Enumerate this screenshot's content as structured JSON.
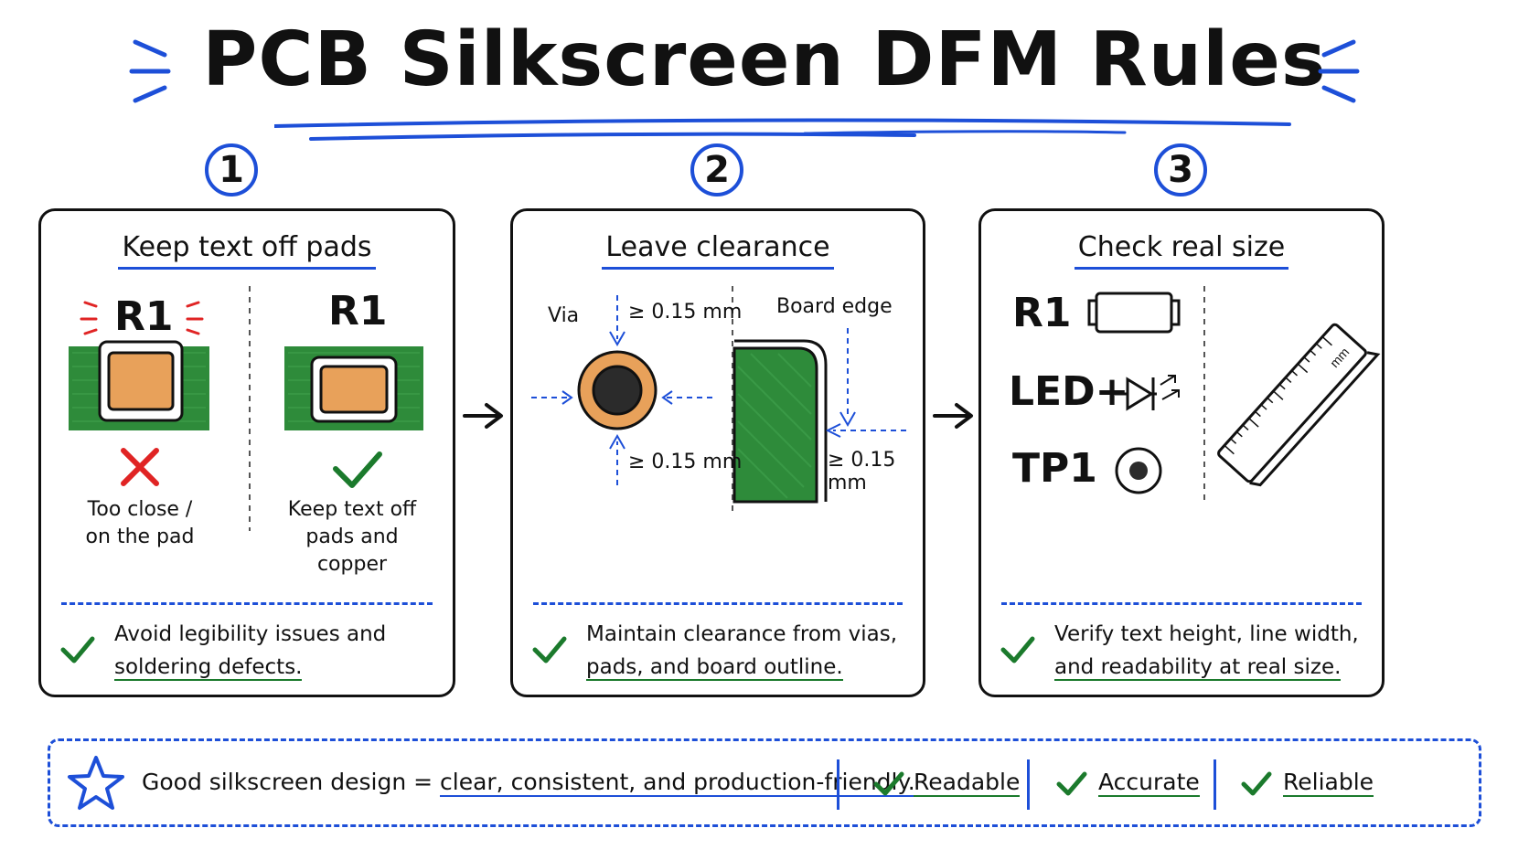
{
  "title": "PCB Silkscreen DFM Rules",
  "colors": {
    "accent_blue": "#1d4fd8",
    "check_green": "#1b7a2c",
    "board_green": "#2e8b3a",
    "pad_orange": "#e8a15a",
    "error_red": "#e02424"
  },
  "panels": [
    {
      "number": "1",
      "title": "Keep text off pads",
      "bad_label": "R1",
      "good_label": "R1",
      "bad_caption_1": "Too close /",
      "bad_caption_2": "on the pad",
      "good_caption_1": "Keep text off",
      "good_caption_2": "pads and copper",
      "note_line1": "Avoid legibility issues and",
      "note_line2": "soldering defects."
    },
    {
      "number": "2",
      "title": "Leave clearance",
      "via_label": "Via",
      "board_edge_label": "Board edge",
      "clearance_top": "≥ 0.15 mm",
      "clearance_bottom": "≥ 0.15 mm",
      "clearance_edge": "≥ 0.15 mm",
      "note_line1": "Maintain clearance from vias,",
      "note_line2": "pads, and board outline."
    },
    {
      "number": "3",
      "title": "Check real size",
      "ref_r1": "R1",
      "ref_led": "LED+",
      "ref_tp1": "TP1",
      "ruler_unit": "mm",
      "note_line1": "Verify text height, line width,",
      "note_line2": "and readability at real size."
    }
  ],
  "footer": {
    "statement_prefix": "Good silkscreen design = ",
    "statement_emphasis": "clear, consistent, and production-friendly.",
    "items": [
      "Readable",
      "Accurate",
      "Reliable"
    ]
  },
  "icons": [
    "star-icon",
    "check-icon",
    "cross-icon",
    "arrow-right-icon",
    "ruler-icon",
    "diode-icon",
    "resistor-icon",
    "test-point-icon",
    "via-icon"
  ]
}
